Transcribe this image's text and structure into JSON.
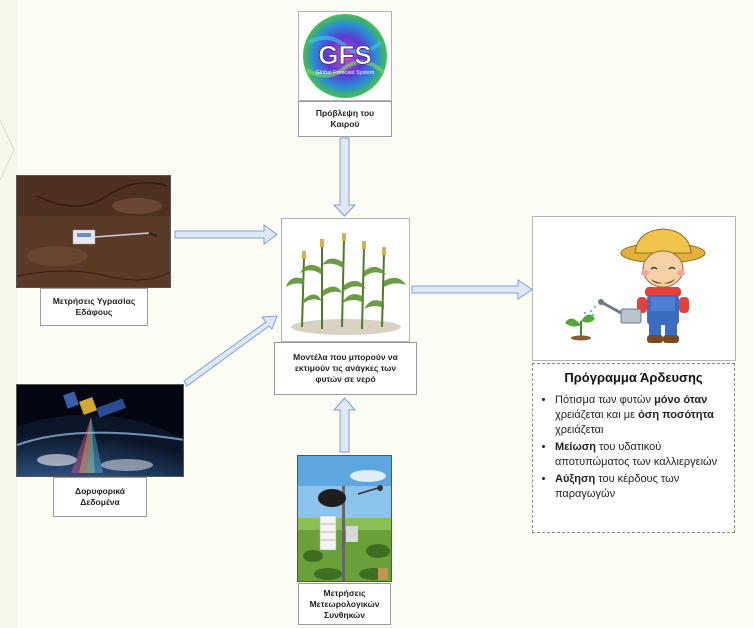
{
  "nodes": {
    "gfs": {
      "logo_text": "GFS",
      "logo_subtext": "Global Forecast System",
      "caption_line1": "Πρόβλεψη του",
      "caption_line2": "Καιρού"
    },
    "soil": {
      "caption_line1": "Μετρήσεις Υγρασίας",
      "caption_line2": "Εδάφους"
    },
    "satellite": {
      "caption_line1": "Δορυφορικά",
      "caption_line2": "Δεδομένα"
    },
    "model": {
      "caption_line1": "Μοντέλα που μπορούν να",
      "caption_line2": "εκτιμούν τις ανάγκες των",
      "caption_line3": "φυτών σε νερό"
    },
    "weather": {
      "caption_line1": "Μετρήσεις",
      "caption_line2": "Μετεωρολογικών",
      "caption_line3": "Συνθηκών"
    }
  },
  "schedule": {
    "title": "Πρόγραμμα Άρδευσης",
    "item1_a": "Πότισμα των φυτών ",
    "item1_b": "μόνο όταν",
    "item1_c": " χρειάζεται και με ",
    "item1_d": "όση ποσότητα",
    "item1_e": " χρειάζεται",
    "item2_a": "Μείωση",
    "item2_b": " του υδατικού αποτυπώματος των καλλιεργειών",
    "item3_a": "Αύξηση",
    "item3_b": " του κέρδους των παραγωγών"
  },
  "colors": {
    "arrow_fill": "#dfe8f5",
    "arrow_stroke": "#7f9fcc"
  }
}
